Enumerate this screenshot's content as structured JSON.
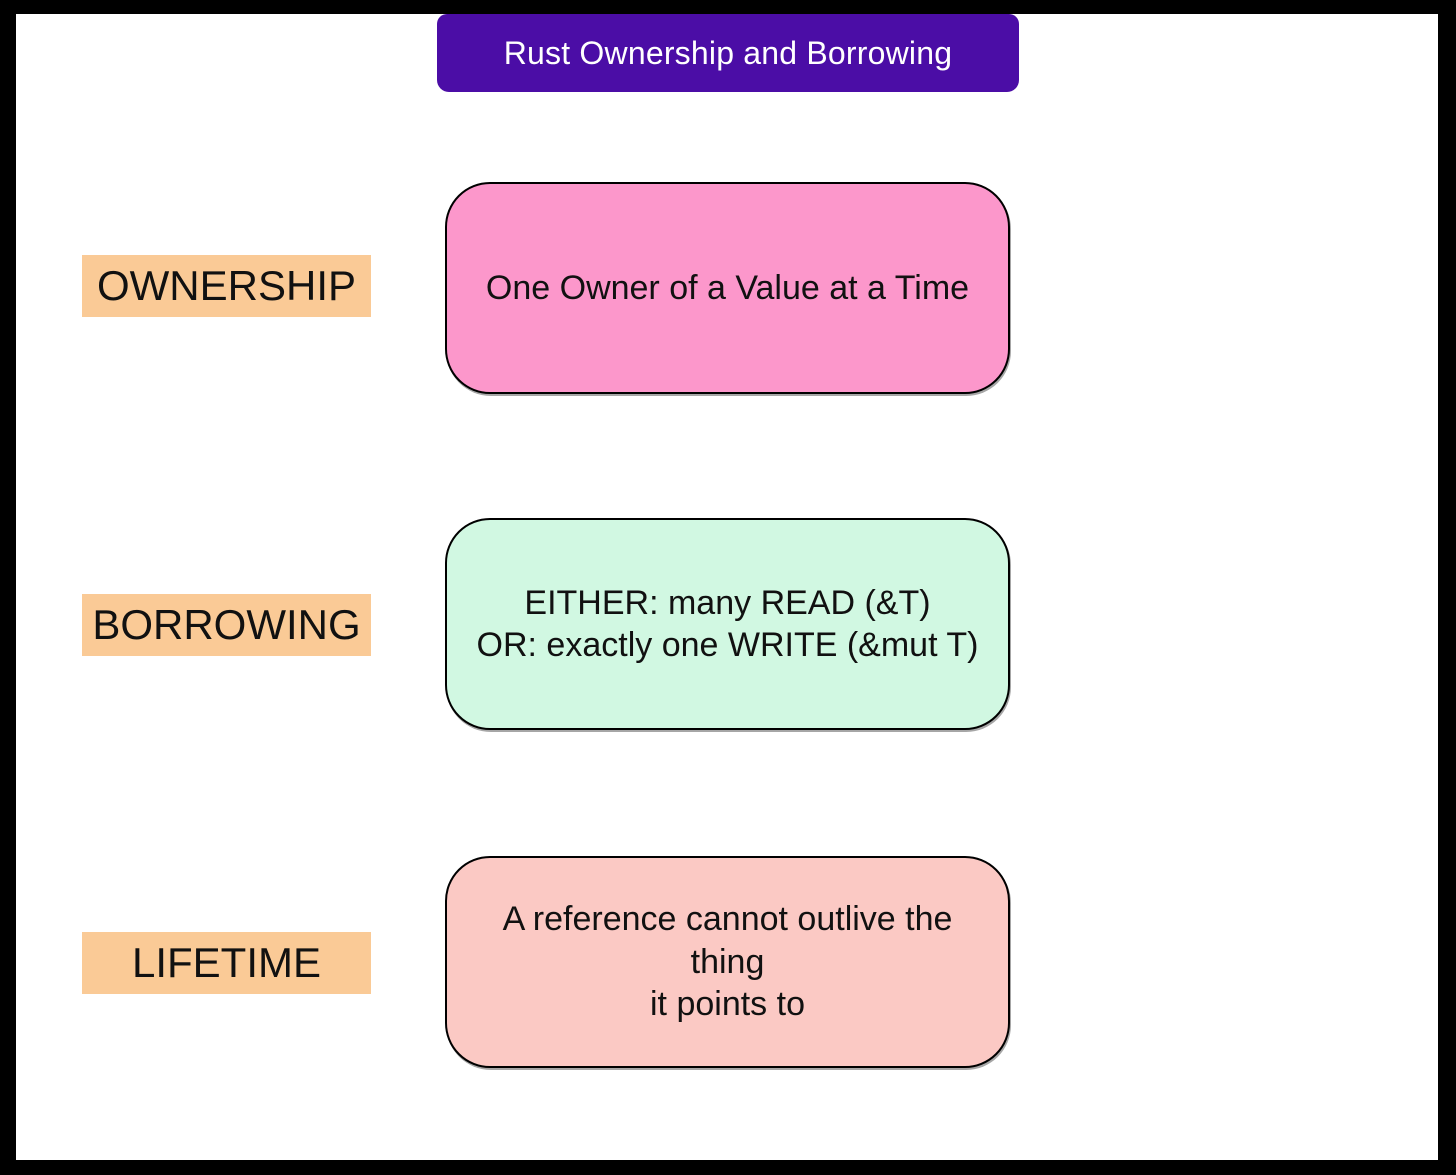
{
  "title": {
    "text": "Rust Ownership and Borrowing"
  },
  "colors": {
    "frame": "#000000",
    "background": "#ffffff",
    "title_bg": "#4B0DA6",
    "title_fg": "#ffffff",
    "label_bg": "#FACA96",
    "text": "#111111"
  },
  "rows": [
    {
      "label": "OWNERSHIP",
      "text": "One Owner of a Value at a Time",
      "box_bg": "#FC97CB"
    },
    {
      "label": "BORROWING",
      "text": "EITHER: many READ (&T)\nOR: exactly one WRITE (&mut T)",
      "box_bg": "#D1F8E2"
    },
    {
      "label": "LIFETIME",
      "text": "A reference cannot outlive the thing\nit points to",
      "box_bg": "#FBC9C4"
    }
  ]
}
